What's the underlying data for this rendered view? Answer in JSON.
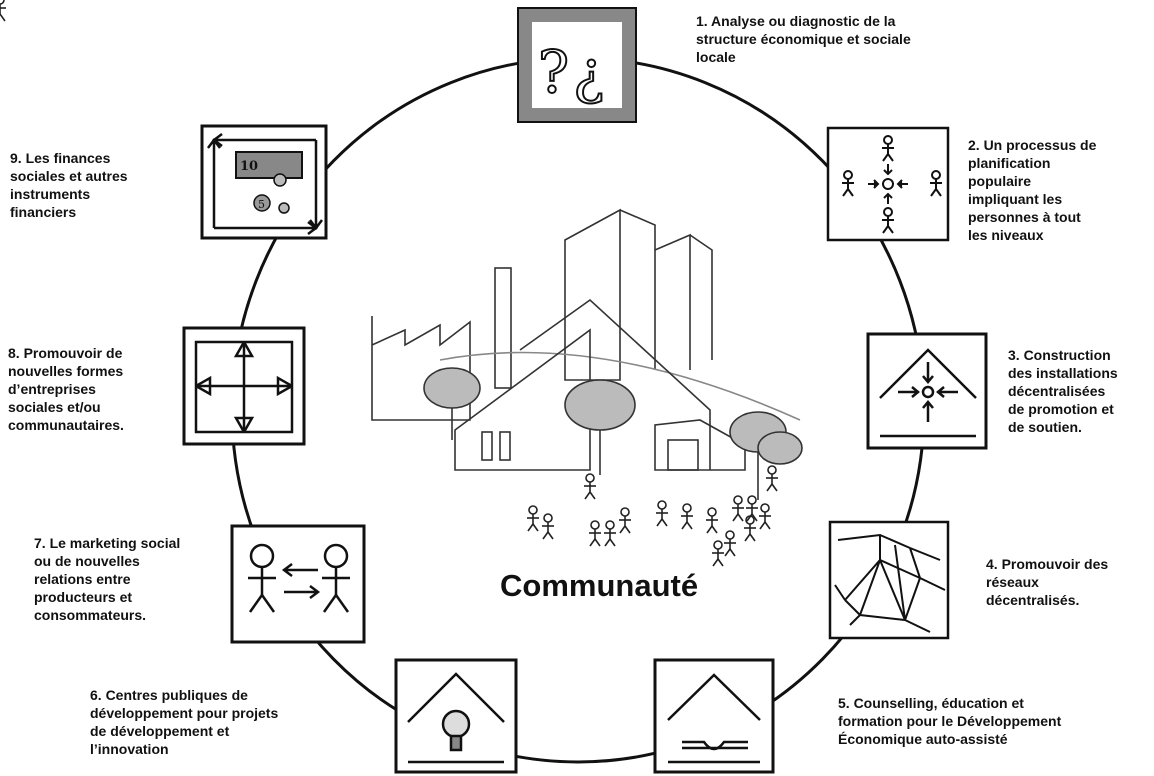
{
  "center": {
    "title": "Communauté"
  },
  "steps": [
    {
      "label": "1.  Analyse ou diagnostic de la\nstructure   économique et sociale\nlocale"
    },
    {
      "label": "2. Un processus de\nplanification\npopulaire\nimpliquant les\npersonnes à tout\nles niveaux"
    },
    {
      "label": "3. Construction\ndes installations\ndécentralisées\nde promotion et\nde soutien."
    },
    {
      "label": "4.  Promouvoir des\nréseaux\ndécentralisés."
    },
    {
      "label": "5.  Counselling, éducation et\nformation pour le Développement\nÉconomique auto-assisté"
    },
    {
      "label": "6. Centres publiques de\ndéveloppement pour projets\nde développement et\nl’innovation"
    },
    {
      "label": "7.  Le marketing social\nou de nouvelles\nrelations entre\nproducteurs et\nconsommateurs."
    },
    {
      "label": "8.  Promouvoir de\nnouvelles formes\nd’entreprises\nsociales et/ou\ncommunautaires."
    },
    {
      "label": "9.  Les finances\nsociales et autres\ninstruments\nfinanciers"
    }
  ],
  "icon_text": {
    "box9_number": "10",
    "box9_coin": "5",
    "box1_glyphs": "?¿"
  }
}
